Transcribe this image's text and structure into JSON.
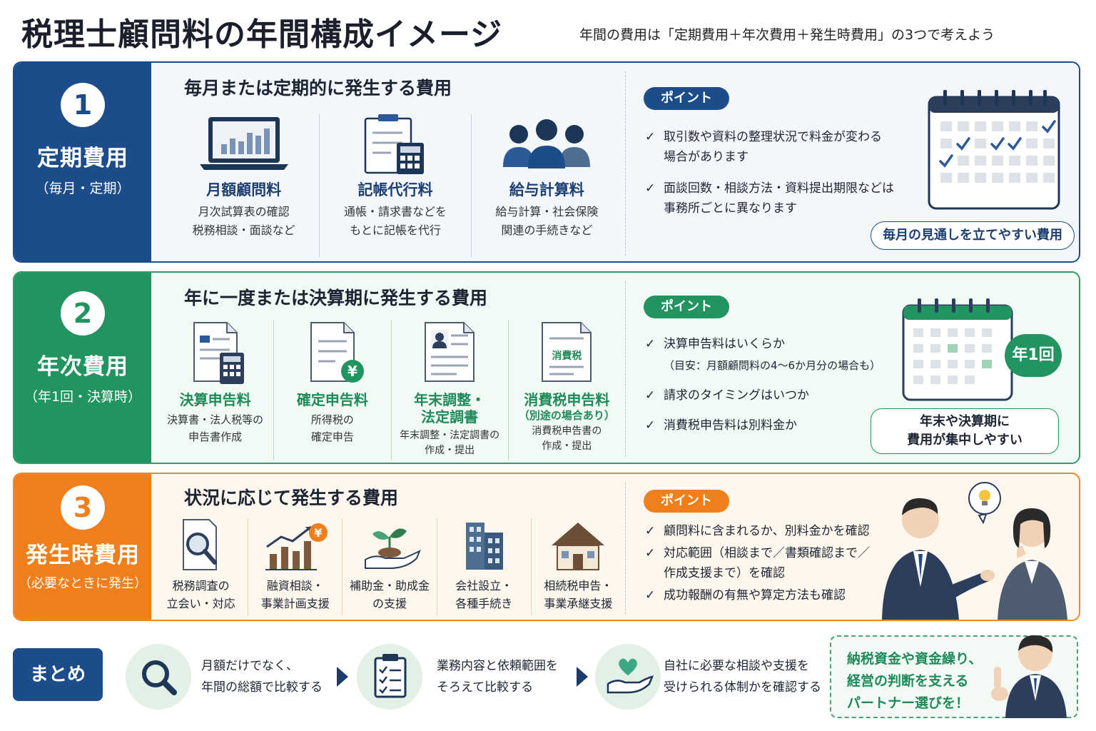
{
  "header": {
    "title": "税理士顧問料の年間構成イメージ",
    "subtitle": "年間の費用は「定期費用＋年次費用＋発生時費用」の3つで考えよう"
  },
  "sections": [
    {
      "number": "1",
      "name": "定期費用",
      "sub": "（毎月・定期）",
      "heading": "毎月または定期的に発生する費用",
      "items": [
        {
          "name": "月額顧問料",
          "desc1": "月次試算表の確認",
          "desc2": "税務相談・面談など"
        },
        {
          "name": "記帳代行料",
          "desc1": "通帳・請求書などを",
          "desc2": "もとに記帳を代行"
        },
        {
          "name": "給与計算料",
          "desc1": "給与計算・社会保険",
          "desc2": "関連の手続きなど"
        }
      ],
      "point_label": "ポイント",
      "points": [
        {
          "l1": "取引数や資料の整理状況で料金が変わる",
          "l2": "場合があります"
        },
        {
          "l1": "面談回数・相談方法・資料提出期限などは",
          "l2": "事務所ごとに異なります"
        }
      ],
      "tag": "毎月の見通しを立てやすい費用"
    },
    {
      "number": "2",
      "name": "年次費用",
      "sub": "（年1回・決算時）",
      "heading": "年に一度または決算期に発生する費用",
      "items": [
        {
          "name": "決算申告料",
          "desc1": "決算書・法人税等の",
          "desc2": "申告書作成"
        },
        {
          "name": "確定申告料",
          "desc1": "所得税の",
          "desc2": "確定申告"
        },
        {
          "name": "年末調整・",
          "name2": "法定調書",
          "desc1": "年末調整・法定調書の",
          "desc2": "作成・提出"
        },
        {
          "name": "消費税申告料",
          "name2": "（別途の場合あり）",
          "desc1": "消費税申告書の",
          "desc2": "作成・提出"
        }
      ],
      "doc_label": "消費税",
      "point_label": "ポイント",
      "points": [
        {
          "l1": "決算申告料はいくらか",
          "note": "（目安：月額顧問料の4〜6か月分の場合も）"
        },
        {
          "l1": "請求のタイミングはいつか"
        },
        {
          "l1": "消費税申告料は別料金か"
        }
      ],
      "badge": "年1回",
      "tag_l1": "年末や決算期に",
      "tag_l2": "費用が集中しやすい"
    },
    {
      "number": "3",
      "name": "発生時費用",
      "sub": "（必要なときに発生）",
      "heading": "状況に応じて発生する費用",
      "items": [
        {
          "l1": "税務調査の",
          "l2": "立会い・対応"
        },
        {
          "l1": "融資相談・",
          "l2": "事業計画支援"
        },
        {
          "l1": "補助金・助成金",
          "l2": "の支援"
        },
        {
          "l1": "会社設立・",
          "l2": "各種手続き"
        },
        {
          "l1": "相続税申告・",
          "l2": "事業承継支援"
        }
      ],
      "point_label": "ポイント",
      "points": [
        {
          "l1": "顧問料に含まれるか、別料金かを確認"
        },
        {
          "l1": "対応範囲（相談まで／書類確認まで／",
          "l2": "作成支援まで）を確認"
        },
        {
          "l1": "成功報酬の有無や算定方法も確認"
        }
      ]
    }
  ],
  "summary": {
    "label": "まとめ",
    "steps": [
      {
        "l1": "月額だけでなく、",
        "l2": "年間の総額で比較する"
      },
      {
        "l1": "業務内容と依頼範囲を",
        "l2": "そろえて比較する"
      },
      {
        "l1": "自社に必要な相談や支援を",
        "l2": "受けられる体制かを確認する"
      }
    ],
    "final_l1": "納税資金や資金繰り、",
    "final_l2": "経営の判断を支える",
    "final_l3": "パートナー選びを！"
  },
  "colors": {
    "navy": "#1c4d8a",
    "green": "#229460",
    "orange": "#ef7f1a"
  }
}
